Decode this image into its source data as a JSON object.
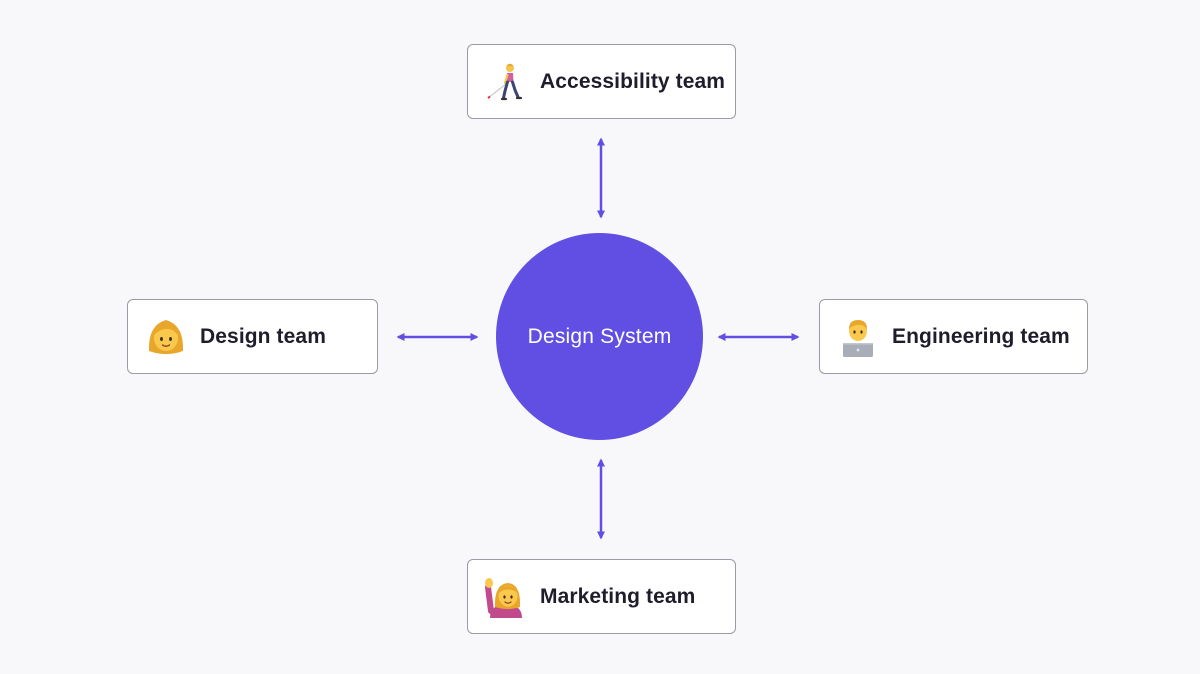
{
  "hub": {
    "label": "Design System"
  },
  "teams": {
    "accessibility": {
      "label": "Accessibility team",
      "icon": "person-with-white-cane-icon"
    },
    "design": {
      "label": "Design team",
      "icon": "woman-icon"
    },
    "engineering": {
      "label": "Engineering team",
      "icon": "technologist-icon"
    },
    "marketing": {
      "label": "Marketing team",
      "icon": "person-raising-hand-icon"
    }
  },
  "colors": {
    "accent": "#604fe2",
    "arrow": "#604fe2",
    "box_border": "#9b9aa6",
    "background": "#f8f8fa",
    "text": "#1f1d2b"
  }
}
